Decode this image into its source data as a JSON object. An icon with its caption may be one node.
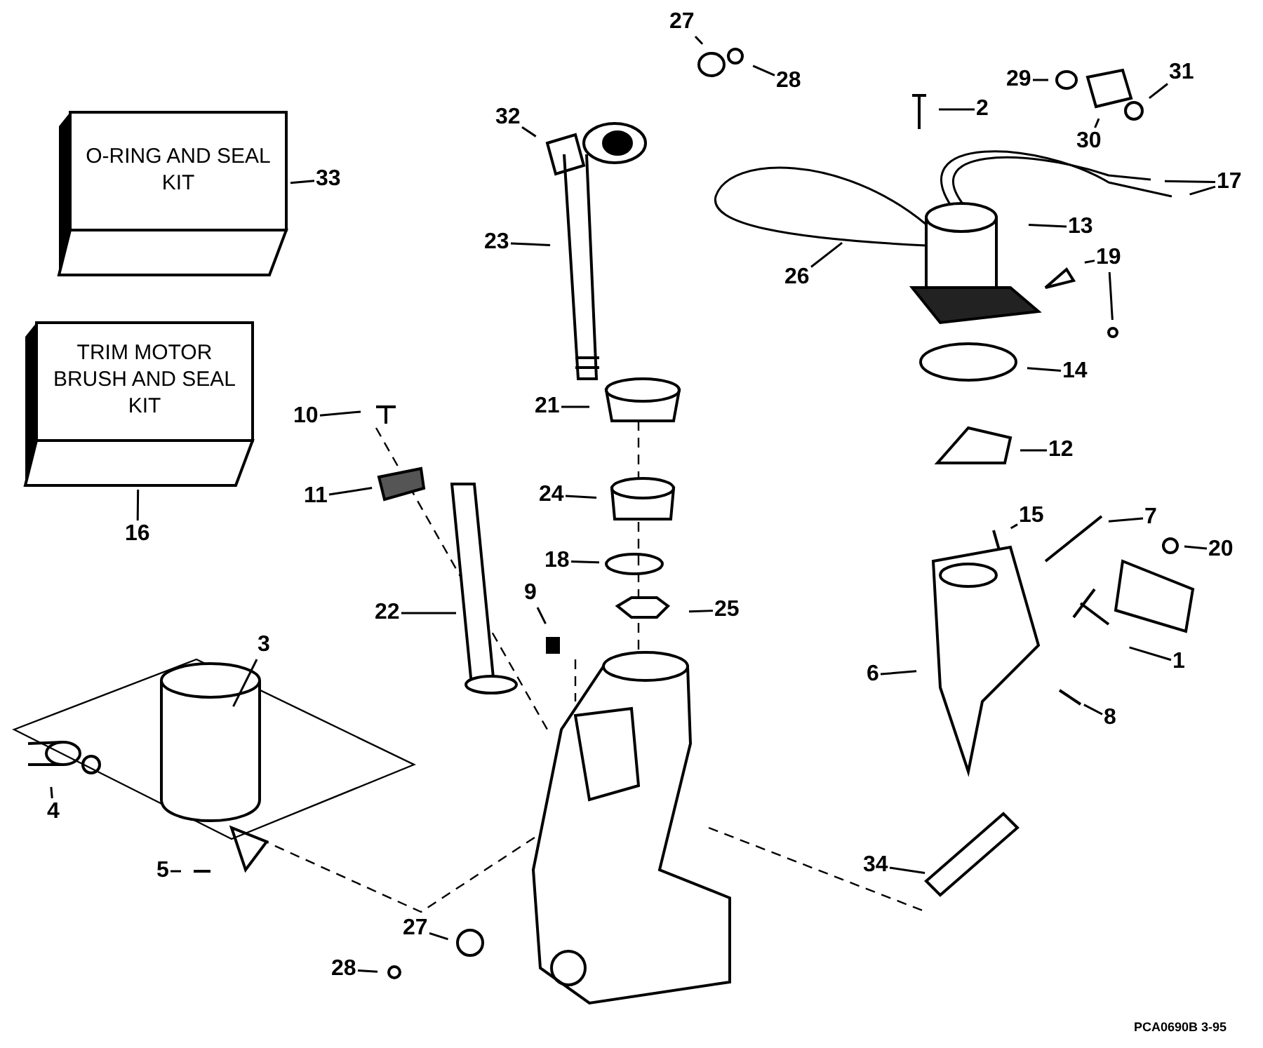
{
  "diagram": {
    "nodes": [
      {
        "text": [
          "O-RING AND SEAL KIT"
        ]
      },
      {
        "text": [
          "27"
        ]
      },
      {
        "text": [
          "28"
        ]
      },
      {
        "text": [
          "29"
        ]
      },
      {
        "text": [
          "31"
        ]
      },
      {
        "text": [
          "2"
        ]
      },
      {
        "text": [
          "32"
        ]
      },
      {
        "text": [
          "30"
        ]
      },
      {
        "text": [
          "33"
        ]
      },
      {
        "text": [
          "17"
        ]
      },
      {
        "text": [
          "13"
        ]
      },
      {
        "text": [
          "23"
        ]
      },
      {
        "text": [
          "19"
        ]
      },
      {
        "text": [
          "26"
        ]
      },
      {
        "text": [
          "14"
        ]
      },
      {
        "text": [
          "TRIM MOTOR BRUSH AND SEAL KIT"
        ]
      },
      {
        "text": [
          "21"
        ]
      },
      {
        "text": [
          "10"
        ]
      },
      {
        "text": [
          "12"
        ]
      },
      {
        "text": [
          "11"
        ]
      },
      {
        "text": [
          "24"
        ]
      },
      {
        "text": [
          "15"
        ]
      },
      {
        "text": [
          "7"
        ]
      },
      {
        "text": [
          "20"
        ]
      },
      {
        "text": [
          "18"
        ]
      },
      {
        "text": [
          "16"
        ]
      },
      {
        "text": [
          "9"
        ]
      },
      {
        "text": [
          "25"
        ]
      },
      {
        "text": [
          "22"
        ]
      },
      {
        "text": [
          "3"
        ]
      },
      {
        "text": [
          "1"
        ]
      },
      {
        "text": [
          "6"
        ]
      },
      {
        "text": [
          "8"
        ]
      },
      {
        "text": [
          "4"
        ]
      },
      {
        "text": [
          "34"
        ]
      },
      {
        "text": [
          "5"
        ]
      },
      {
        "text": [
          "27"
        ]
      },
      {
        "text": [
          "28"
        ]
      }
    ],
    "edges": [
      {
        "from": 1,
        "to": null,
        "arrow": "none"
      },
      {
        "from": 2,
        "to": null,
        "arrow": "none"
      },
      {
        "from": 3,
        "to": null,
        "arrow": "none"
      },
      {
        "from": 4,
        "to": null,
        "arrow": "none"
      },
      {
        "from": 5,
        "to": null,
        "arrow": "none"
      },
      {
        "from": 6,
        "to": null,
        "arrow": "none"
      },
      {
        "from": 7,
        "to": null,
        "arrow": "none"
      },
      {
        "from": 8,
        "to": 0,
        "arrow": "none"
      },
      {
        "from": 9,
        "to": null,
        "arrow": "none"
      },
      {
        "from": 9,
        "to": null,
        "arrow": "none"
      },
      {
        "from": 10,
        "to": null,
        "arrow": "none"
      },
      {
        "from": 11,
        "to": null,
        "arrow": "none"
      },
      {
        "from": 12,
        "to": null,
        "arrow": "none"
      },
      {
        "from": 12,
        "to": null,
        "arrow": "none"
      },
      {
        "from": 13,
        "to": null,
        "arrow": "none"
      },
      {
        "from": 14,
        "to": null,
        "arrow": "none"
      },
      {
        "from": 16,
        "to": null,
        "arrow": "none"
      },
      {
        "from": 17,
        "to": null,
        "arrow": "none"
      },
      {
        "from": 18,
        "to": null,
        "arrow": "none"
      },
      {
        "from": 19,
        "to": null,
        "arrow": "none"
      },
      {
        "from": 20,
        "to": null,
        "arrow": "none"
      },
      {
        "from": 21,
        "to": null,
        "arrow": "none"
      },
      {
        "from": 22,
        "to": null,
        "arrow": "none"
      },
      {
        "from": 23,
        "to": null,
        "arrow": "none"
      },
      {
        "from": 24,
        "to": null,
        "arrow": "none"
      },
      {
        "from": 25,
        "to": 15,
        "arrow": "none"
      },
      {
        "from": 26,
        "to": null,
        "arrow": "none"
      },
      {
        "from": 27,
        "to": null,
        "arrow": "none"
      },
      {
        "from": 28,
        "to": null,
        "arrow": "none"
      },
      {
        "from": 29,
        "to": null,
        "arrow": "none"
      },
      {
        "from": 30,
        "to": null,
        "arrow": "none"
      },
      {
        "from": 31,
        "to": null,
        "arrow": "none"
      },
      {
        "from": 32,
        "to": null,
        "arrow": "none"
      },
      {
        "from": 33,
        "to": null,
        "arrow": "none"
      },
      {
        "from": 34,
        "to": null,
        "arrow": "none"
      },
      {
        "from": 35,
        "to": null,
        "arrow": "none"
      },
      {
        "from": 36,
        "to": null,
        "arrow": "none"
      },
      {
        "from": 37,
        "to": null,
        "arrow": "none"
      }
    ],
    "labels": [
      "PCA0690B 3-95"
    ]
  }
}
